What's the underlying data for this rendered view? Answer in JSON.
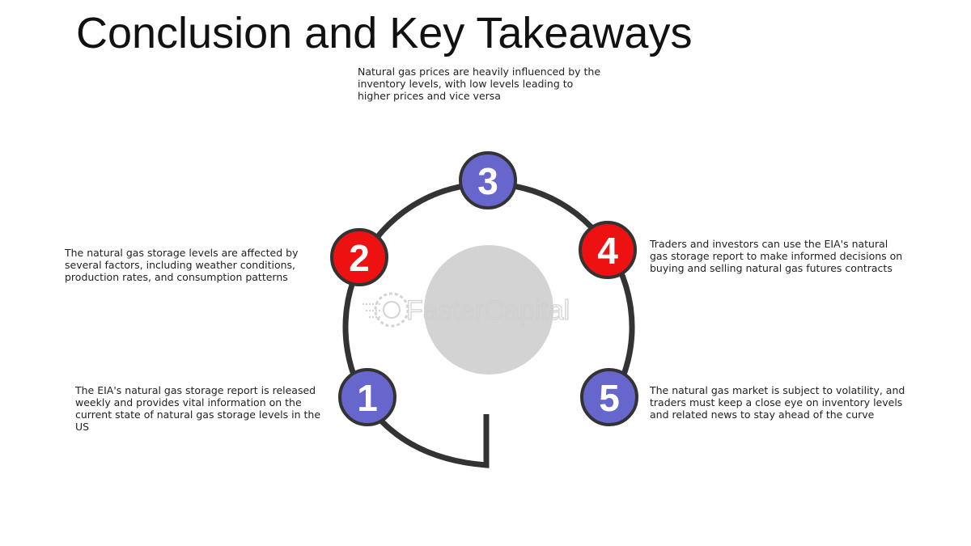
{
  "title": "Conclusion and Key Takeaways",
  "steps": [
    {
      "number": "1",
      "text": "The EIA's natural gas storage report is released weekly and provides vital information on the current state of natural gas storage levels in the US"
    },
    {
      "number": "2",
      "text": "The natural gas storage levels are affected by several factors, including weather conditions, production rates, and consumption patterns"
    },
    {
      "number": "3",
      "text": "Natural gas prices are heavily influenced by the inventory levels, with low levels leading to higher prices and vice versa"
    },
    {
      "number": "4",
      "text": "Traders and investors can use the EIA's natural gas storage report to make informed decisions on buying and selling natural gas futures contracts"
    },
    {
      "number": "5",
      "text": "The natural gas market is subject to volatility, and traders must keep a close eye on inventory levels and related news to stay ahead of the curve"
    }
  ],
  "watermark": "FasterCapital",
  "colors": {
    "blue_badge": "#6666cc",
    "red_badge": "#ee1111",
    "ring": "#333333",
    "center_disc": "#d3d3d3"
  }
}
